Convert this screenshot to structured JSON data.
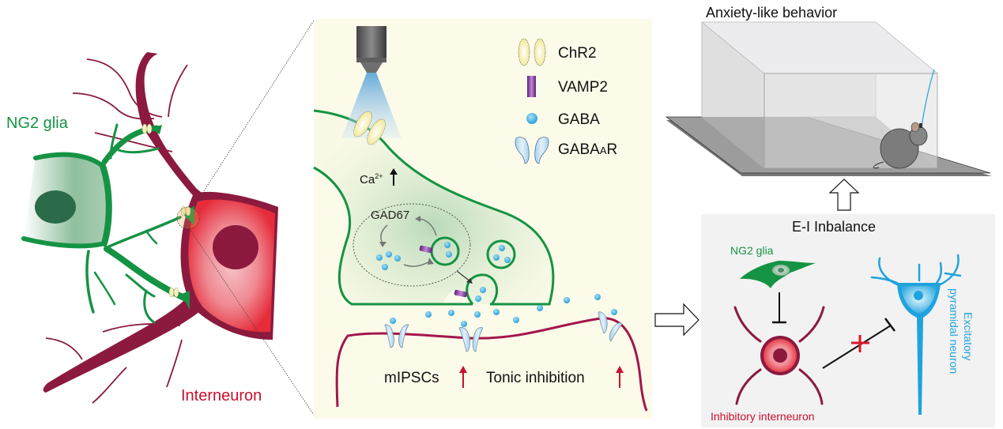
{
  "left_panel": {
    "ng2_label": "NG2 glia",
    "interneuron_label": "Interneuron"
  },
  "middle_panel": {
    "legend": [
      {
        "icon": "chr2-channel-icon",
        "label": "ChR2"
      },
      {
        "icon": "vamp2-icon",
        "label": "VAMP2"
      },
      {
        "icon": "gaba-molecule-icon",
        "label": "GABA"
      },
      {
        "icon": "gabaa-receptor-icon",
        "label_main": "GABA",
        "label_sub": "A",
        "label_end": "R"
      }
    ],
    "calcium_label": "Ca",
    "calcium_sup": "2+",
    "gad67_label": "GAD67",
    "mipscs_label": "mIPSCs",
    "tonic_label": "Tonic inhibition"
  },
  "right_panel": {
    "behavior_title": "Anxiety-like behavior",
    "ei_title": "E-I Inbalance",
    "ng2_label": "NG2 glia",
    "inhibitory_label": "Inhibitory interneuron",
    "excitatory_label_line1": "Excitatory",
    "excitatory_label_line2": "pyramidal neuron"
  },
  "colors": {
    "ng2_green": "#159344",
    "interneuron_maroon": "#8b1a3e",
    "interneuron_red": "#e8333f",
    "label_red": "#c8102e",
    "excitatory_blue": "#1fa3dc",
    "gaba_blue": "#3fb0e0",
    "panel_cream": "#fcfbe9",
    "panel_gray": "#f2f2f2"
  }
}
